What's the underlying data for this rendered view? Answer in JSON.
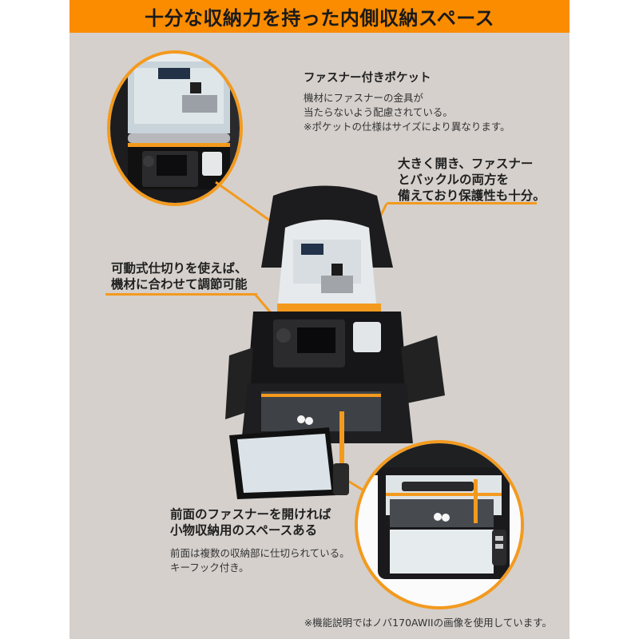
{
  "header": {
    "title": "十分な収納力を持った内側収納スペース"
  },
  "callouts": [
    {
      "id": "zipper-pocket",
      "title": "ファスナー付きポケット",
      "body": [
        "機材にファスナーの金具が",
        "当たらないよう配慮されている。",
        "※ポケットの仕様はサイズにより異なります。"
      ]
    },
    {
      "id": "wide-opening",
      "title": [
        "大きく開き、ファスナー",
        "とバックルの両方を",
        "備えており保護性も十分。"
      ]
    },
    {
      "id": "dividers",
      "title": [
        "可動式仕切りを使えば、",
        "機材に合わせて調節可能"
      ]
    },
    {
      "id": "front-pocket",
      "title": [
        "前面のファスナーを開ければ",
        "小物収納用のスペースある"
      ],
      "body": [
        "前面は複数の収納部に仕切られている。",
        "キーフック付き。"
      ]
    }
  ],
  "footnote": "※機能説明ではノバ170AWIIの画像を使用しています。",
  "colors": {
    "accent": "#fb8c00",
    "line": "#f39a1e",
    "panel_bg": "#d5d0cc",
    "text": "#1f1f1f"
  },
  "images": {
    "top_circle": "camera-bag-interior-closeup",
    "main": "camera-bag-open",
    "bottom_circle": "front-pocket-closeup"
  }
}
